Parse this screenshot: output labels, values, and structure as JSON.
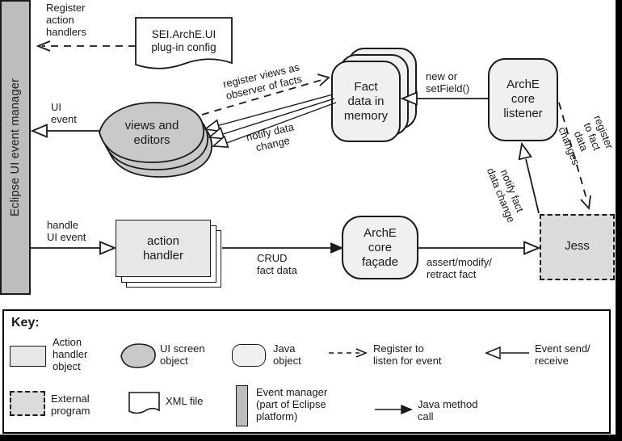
{
  "colors": {
    "bar_gray": "#bdbdbd",
    "screen_gray": "#c9c9c9",
    "handler_gray": "#e7e7e7",
    "java_light": "#f0f0ef",
    "external_gray": "#dcdcdc",
    "line_dark": "#1a1a1a"
  },
  "sidebar": {
    "label": "Eclipse UI event manager"
  },
  "nodes": {
    "plugin_config": "SEI.ArchE.UI\nplug-in config",
    "views_editors": "views and\neditors",
    "fact_data": "Fact\ndata in\nmemory",
    "arche_listener": "ArchE\ncore\nlistener",
    "action_handler": "action\nhandler",
    "arche_facade": "ArchE\ncore\nfaçade",
    "jess": "Jess"
  },
  "edges": {
    "register_action_handlers": "Register\naction\nhandlers",
    "ui_event": "UI\nevent",
    "register_views": "register views as\nobserver of facts",
    "notify_data_change": "notify data\nchange",
    "new_or_setfield": "new or\nsetField()",
    "register_fact_changes": "register to fact\ndata changes",
    "notify_fact_change": "notify fact\ndata change",
    "handle_ui_event": "handle\nUI event",
    "crud_fact_data": "CRUD\nfact data",
    "assert_retract": "assert/modify/\nretract fact"
  },
  "key": {
    "title": "Key:",
    "action_handler_object": "Action\nhandler\nobject",
    "ui_screen_object": "UI screen\nobject",
    "java_object": "Java\nobject",
    "register_listen": "Register to\nlisten for event",
    "event_send_receive": "Event send/\nreceive",
    "external_program": "External\nprogram",
    "xml_file": "XML file",
    "event_manager": "Event manager\n(part of Eclipse\nplatform)",
    "java_method_call": "Java method\ncall"
  }
}
